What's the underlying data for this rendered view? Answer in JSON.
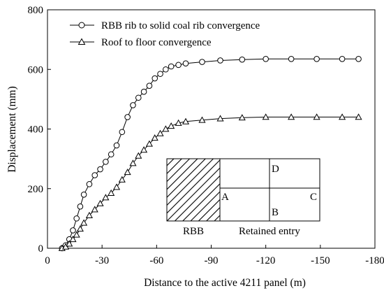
{
  "chart_data": {
    "type": "line",
    "xlabel": "Distance to the active 4211 panel (m)",
    "ylabel": "Displacement (mm)",
    "xlim": [
      0,
      -180
    ],
    "ylim": [
      0,
      800
    ],
    "xticks": [
      0,
      -30,
      -60,
      -90,
      -120,
      -150,
      -180
    ],
    "yticks": [
      0,
      200,
      400,
      600,
      800
    ],
    "grid": false,
    "legend_position": "top-left",
    "series": [
      {
        "name": "RBB rib to solid coal rib convergence",
        "marker": "circle",
        "x": [
          -8,
          -10,
          -12,
          -14,
          -16,
          -18,
          -20,
          -23,
          -26,
          -29,
          -32,
          -35,
          -38,
          -41,
          -44,
          -47,
          -50,
          -53,
          -56,
          -59,
          -62,
          -65,
          -68,
          -72,
          -76,
          -85,
          -95,
          -107,
          -120,
          -134,
          -148,
          -162,
          -171
        ],
        "y": [
          0,
          10,
          30,
          60,
          100,
          140,
          180,
          215,
          245,
          265,
          290,
          315,
          345,
          390,
          440,
          480,
          505,
          525,
          545,
          570,
          585,
          600,
          610,
          615,
          620,
          625,
          630,
          633,
          635,
          635,
          635,
          635,
          635
        ]
      },
      {
        "name": "Roof to floor convergence",
        "marker": "triangle",
        "x": [
          -8,
          -10,
          -12,
          -14,
          -16,
          -18,
          -20,
          -23,
          -26,
          -29,
          -32,
          -35,
          -38,
          -41,
          -44,
          -47,
          -50,
          -53,
          -56,
          -59,
          -62,
          -65,
          -68,
          -72,
          -76,
          -85,
          -95,
          -107,
          -120,
          -134,
          -148,
          -162,
          -171
        ],
        "y": [
          0,
          5,
          15,
          30,
          45,
          65,
          85,
          110,
          130,
          150,
          170,
          185,
          205,
          230,
          255,
          285,
          310,
          330,
          350,
          370,
          385,
          400,
          410,
          420,
          425,
          430,
          435,
          438,
          440,
          440,
          440,
          440,
          440
        ]
      }
    ],
    "inset": {
      "left_label": "RBB",
      "right_label": "Retained entry",
      "points": {
        "A": "A",
        "B": "B",
        "C": "C",
        "D": "D"
      }
    }
  }
}
